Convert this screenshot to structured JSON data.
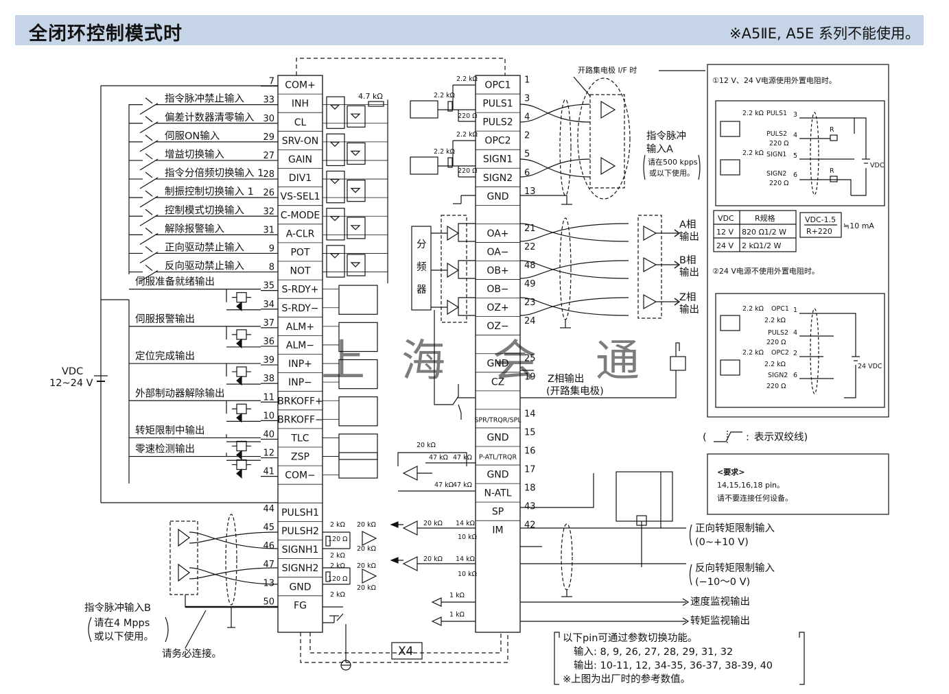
{
  "header": {
    "title": "全闭环控制模式时",
    "note": "※A5ⅡE, A5E 系列不能使用。"
  },
  "left_pins": [
    {
      "num": "7",
      "name": "COM+",
      "label": ""
    },
    {
      "num": "33",
      "name": "INH",
      "label": "指令脉冲禁止输入"
    },
    {
      "num": "30",
      "name": "CL",
      "label": "偏差计数器清零输入"
    },
    {
      "num": "29",
      "name": "SRV-ON",
      "label": "伺服ON输入"
    },
    {
      "num": "27",
      "name": "GAIN",
      "label": "增益切换输入"
    },
    {
      "num": "28",
      "name": "DIV1",
      "label": "指令分倍频切换输入 1"
    },
    {
      "num": "26",
      "name": "VS-SEL1",
      "label": "制振控制切换输入 1"
    },
    {
      "num": "32",
      "name": "C-MODE",
      "label": "控制模式切换输入"
    },
    {
      "num": "31",
      "name": "A-CLR",
      "label": "解除报警输入"
    },
    {
      "num": "9",
      "name": "POT",
      "label": "正向驱动禁止输入"
    },
    {
      "num": "8",
      "name": "NOT",
      "label": "反向驱动禁止输入"
    },
    {
      "num": "35",
      "name": "S-RDY+",
      "label": "伺服准备就绪输出"
    },
    {
      "num": "34",
      "name": "S-RDY−",
      "label": ""
    },
    {
      "num": "37",
      "name": "ALM+",
      "label": "伺服报警输出"
    },
    {
      "num": "36",
      "name": "ALM−",
      "label": ""
    },
    {
      "num": "39",
      "name": "INP+",
      "label": "定位完成输出"
    },
    {
      "num": "38",
      "name": "INP−",
      "label": ""
    },
    {
      "num": "11",
      "name": "BRKOFF+",
      "label": "外部制动器解除输出"
    },
    {
      "num": "10",
      "name": "BRKOFF−",
      "label": ""
    },
    {
      "num": "40",
      "name": "TLC",
      "label": "转矩限制中输出"
    },
    {
      "num": "12",
      "name": "ZSP",
      "label": "零速检测输出"
    },
    {
      "num": "41",
      "name": "COM−",
      "label": ""
    },
    {
      "num": "",
      "name": "",
      "label": ""
    },
    {
      "num": "44",
      "name": "PULSH1",
      "label": ""
    },
    {
      "num": "45",
      "name": "PULSH2",
      "label": ""
    },
    {
      "num": "46",
      "name": "SIGNH1",
      "label": ""
    },
    {
      "num": "47",
      "name": "SIGNH2",
      "label": ""
    },
    {
      "num": "13",
      "name": "GND",
      "label": ""
    },
    {
      "num": "50",
      "name": "FG",
      "label": ""
    }
  ],
  "right_pins": [
    {
      "num": "1",
      "name": "OPC1"
    },
    {
      "num": "3",
      "name": "PULS1"
    },
    {
      "num": "4",
      "name": "PULS2"
    },
    {
      "num": "2",
      "name": "OPC2"
    },
    {
      "num": "5",
      "name": "SIGN1"
    },
    {
      "num": "6",
      "name": "SIGN2"
    },
    {
      "num": "13",
      "name": "GND"
    },
    {
      "num": "",
      "name": ""
    },
    {
      "num": "21",
      "name": "OA+"
    },
    {
      "num": "22",
      "name": "OA−"
    },
    {
      "num": "48",
      "name": "OB+"
    },
    {
      "num": "49",
      "name": "OB−"
    },
    {
      "num": "23",
      "name": "OZ+"
    },
    {
      "num": "24",
      "name": "OZ−"
    },
    {
      "num": "",
      "name": ""
    },
    {
      "num": "25",
      "name": "GND"
    },
    {
      "num": "19",
      "name": "CZ"
    },
    {
      "num": "",
      "name": ""
    },
    {
      "num": "14",
      "name": "SPR/TRQR/SPL"
    },
    {
      "num": "15",
      "name": "GND"
    },
    {
      "num": "16",
      "name": "P-ATL/TRQR"
    },
    {
      "num": "17",
      "name": "GND"
    },
    {
      "num": "18",
      "name": "N-ATL"
    },
    {
      "num": "43",
      "name": "SP"
    },
    {
      "num": "42",
      "name": "IM"
    }
  ],
  "labels": {
    "vdc": "VDC",
    "vdc_range": "12~24 V",
    "pulse_b_1": "指令脉冲输入B",
    "pulse_b_2": "请在4 Mpps",
    "pulse_b_3": "或以下使用。",
    "must_connect": "请务必连接。",
    "open_collector_if": "开路集电极 I/F 时",
    "pulse_a_1": "指令脉冲",
    "pulse_a_2": "输入A",
    "pulse_a_3": "请在500 kpps",
    "pulse_a_4": "或以下使用。",
    "divider_1": "分",
    "divider_2": "频",
    "divider_3": "器",
    "a_phase_1": "A相",
    "a_phase_2": "输出",
    "b_phase_1": "B相",
    "b_phase_2": "输出",
    "z_phase_1": "Z相",
    "z_phase_2": "输出",
    "z_oc_1": "Z相输出",
    "z_oc_2": "(开路集电极)",
    "x4": "X4",
    "pos_torque_1": "正向转矩限制输入",
    "pos_torque_2": "(0~+10 V)",
    "neg_torque_1": "反向转矩限制输入",
    "neg_torque_2": "(−10～0 V)",
    "speed_mon": "速度监视输出",
    "torque_mon": "转矩监视输出",
    "twisted_pair": "表示双绞线)",
    "twisted_open": "(",
    "res_47k": "4.7 kΩ"
  },
  "info": {
    "panel1_title": "①12 V、24 V电源使用外置电阻时。",
    "panel2_title": "②24 V电源不使用外置电阻时。",
    "table_h1": "VDC",
    "table_h2": "R规格",
    "r1c1": "12 V",
    "r1c2": "820 Ω1/2 W",
    "r2c1": "24 V",
    "r2c2": "2 kΩ1/2 W",
    "formula_num": "VDC-1.5",
    "formula_den": "R+220",
    "formula_res": "≒10 mA",
    "vdc_small": "VDC",
    "v24_small": "24 VDC",
    "r_small": "R",
    "req_title": "<要求>",
    "req_1": "14,15,16,18 pin。",
    "req_2": "请不要连接任何设备。",
    "param_1": "以下pin可通过参数切换功能。",
    "param_2": "输入: 8, 9, 26, 27, 28, 29, 31, 32",
    "param_3": "输出: 10-11, 12, 34-35, 36-37, 38-39, 40",
    "param_4": "※上图为出厂时的参考数值。"
  },
  "resistors": {
    "r22k": "2.2 kΩ",
    "r220": "220 Ω",
    "r20k": "20 kΩ",
    "r47k": "47 kΩ",
    "r2k": "2 kΩ",
    "r120": "120 Ω",
    "r14k": "14 kΩ",
    "r10k": "10 kΩ",
    "r1k": "1 kΩ",
    "p_puls1": "PULS1",
    "p_puls2": "PULS2",
    "p_sign1": "SIGN1",
    "p_sign2": "SIGN2",
    "p_opc1": "OPC1",
    "p_opc2": "OPC2",
    "n3": "3",
    "n4": "4",
    "n5": "5",
    "n6": "6",
    "n1": "1",
    "n2": "2"
  },
  "watermark": [
    "上",
    "海",
    "会",
    "通"
  ]
}
